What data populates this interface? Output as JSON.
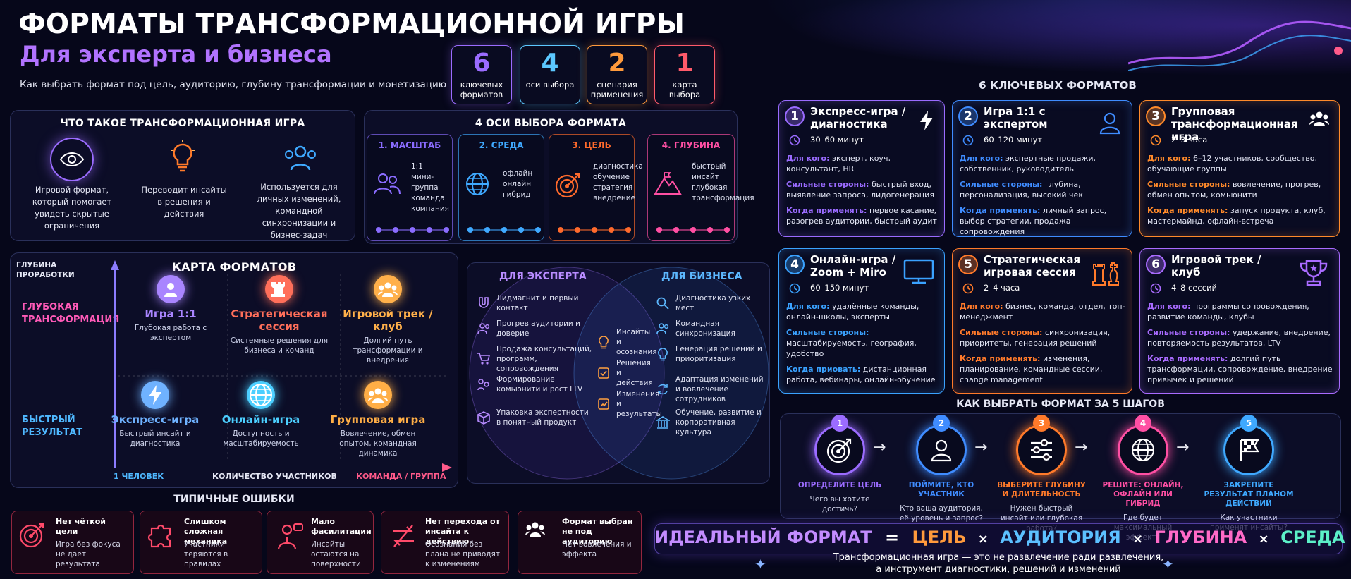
{
  "header": {
    "title": "ФОРМАТЫ ТРАНСФОРМАЦИОННОЙ ИГРЫ",
    "subtitle": "Для эксперта и бизнеса",
    "tagline": "Как выбрать формат под цель, аудиторию, глубину трансформации и монетизацию"
  },
  "stats": [
    {
      "value": "6",
      "label": "ключевых форматов",
      "color": "#9b6cff"
    },
    {
      "value": "4",
      "label": "оси выбора",
      "color": "#5cc8ff"
    },
    {
      "value": "2",
      "label": "сценария применения",
      "color": "#ff9a3c"
    },
    {
      "value": "1",
      "label": "карта выбора",
      "color": "#ff5a6a"
    }
  ],
  "what": {
    "title": "ЧТО ТАКОЕ ТРАНСФОРМАЦИОННАЯ ИГРА",
    "items": [
      {
        "text": "Игровой формат, который помогает увидеть скрытые ограничения",
        "icon": "eye-icon"
      },
      {
        "text": "Переводит инсайты в решения и действия",
        "icon": "lightbulb-icon"
      },
      {
        "text": "Используется для личных изменений, командной синхронизации и бизнес-задач",
        "icon": "team-icon"
      }
    ]
  },
  "axes": {
    "title": "4 ОСИ ВЫБОРА ФОРМАТА",
    "items": [
      {
        "title": "1. МАСШТАБ",
        "lines": [
          "1:1",
          "мини-группа",
          "команда",
          "компания"
        ],
        "color": "#8a6cff",
        "icon": "people-icon"
      },
      {
        "title": "2. СРЕДА",
        "lines": [
          "офлайн",
          "онлайн",
          "гибрид"
        ],
        "color": "#3fa9ff",
        "icon": "globe-icon"
      },
      {
        "title": "3. ЦЕЛЬ",
        "lines": [
          "диагностика",
          "обучение",
          "стратегия",
          "внедрение"
        ],
        "color": "#ff6a2c",
        "icon": "target-icon"
      },
      {
        "title": "4. ГЛУБИНА",
        "lines": [
          "быстрый",
          "инсайт",
          "глубокая",
          "трансформация"
        ],
        "color": "#ff4fa3",
        "icon": "mountain-icon"
      }
    ]
  },
  "map": {
    "title": "КАРТА ФОРМАТОВ",
    "y_axis": "ГЛУБИНА ПРОРАБОТКИ",
    "y_top": "ГЛУБОКАЯ ТРАНСФОРМАЦИЯ",
    "y_bottom": "БЫСТРЫЙ РЕЗУЛЬТАТ",
    "x_left": "1 ЧЕЛОВЕК",
    "x_mid": "КОЛИЧЕСТВО УЧАСТНИКОВ",
    "x_right": "КОМАНДА / ГРУППА",
    "cells": [
      {
        "title": "Игра 1:1",
        "desc": "Глубокая работа с экспертом",
        "color": "#a985ff",
        "icon": "person-icon"
      },
      {
        "title": "Стратегическая сессия",
        "desc": "Системные решения для бизнеса и команд",
        "color": "#ff6f5a",
        "icon": "chess-rook-icon"
      },
      {
        "title": "Игровой трек / клуб",
        "desc": "Долгий путь трансформации и внедрения",
        "color": "#ffb04a",
        "icon": "group-icon"
      },
      {
        "title": "Экспресс-игра",
        "desc": "Быстрый инсайт и диагностика",
        "color": "#6fb2ff",
        "icon": "lightning-icon"
      },
      {
        "title": "Онлайн-игра",
        "desc": "Доступность и масштабируемость",
        "color": "#4ccfff",
        "icon": "globe-icon"
      },
      {
        "title": "Групповая игра",
        "desc": "Вовлечение, обмен опытом, командная динамика",
        "color": "#ffae46",
        "icon": "group-icon"
      }
    ]
  },
  "venn": {
    "left_title": "ДЛЯ ЭКСПЕРТА",
    "right_title": "ДЛЯ БИЗНЕСА",
    "left": [
      "Лидмагнит и первый контакт",
      "Прогрев аудитории и доверие",
      "Продажа консультаций, программ, сопровождения",
      "Формирование комьюнити и рост LTV",
      "Упаковка экспертности в понятный продукт"
    ],
    "center": [
      "Инсайты и осознания",
      "Решения и действия",
      "Изменения и результаты"
    ],
    "right": [
      "Диагностика узких мест",
      "Командная синхронизация",
      "Генерация решений и приоритизация",
      "Адаптация изменений и вовлечение сотрудников",
      "Обучение, развитие и корпоративная культура"
    ]
  },
  "formats_title": "6 КЛЮЧЕВЫХ ФОРМАТОВ",
  "formats": [
    {
      "num": "1",
      "title": "Экспресс-игра / диагностика",
      "duration": "30–60 минут",
      "who": "эксперт, коуч, консультант, HR",
      "strengths": "быстрый вход, выявление запроса, лидогенерация",
      "when": "первое касание, разогрев аудитории, быстрый аудит",
      "color": "#9a6bff",
      "icon": "lightning-icon"
    },
    {
      "num": "2",
      "title": "Игра 1:1 с экспертом",
      "duration": "60–120 минут",
      "who": "экспертные продажи, собственник, руководитель",
      "strengths": "глубина, персонализация, высокий чек",
      "when": "личный запрос, выбор стратегии, продажа сопровождения",
      "color": "#3f8cff",
      "icon": "user-icon"
    },
    {
      "num": "3",
      "title": "Групповая трансформационная игра",
      "duration": "2–3 часа",
      "who": "6–12 участников, сообщество, обучающие группы",
      "strengths": "вовлечение, прогрев, обмен опытом, комьюнити",
      "when": "запуск продукта, клуб, мастермайнд, офлайн-встреча",
      "color": "#ff8a2a",
      "icon": "group-icon"
    },
    {
      "num": "4",
      "title": "Онлайн-игра / Zoom + Miro",
      "duration": "60–150 минут",
      "who": "удалённые команды, онлайн-школы, эксперты",
      "strengths": "масштабируемость, география, удобство",
      "when": "дистанционная работа, вебинары, онлайн-обучение",
      "color": "#3aa2ff",
      "icon": "monitor-icon"
    },
    {
      "num": "5",
      "title": "Стратегическая игровая сессия",
      "duration": "2–4 часа",
      "who": "бизнес, команда, отдел, топ-менеджмент",
      "strengths": "синхронизация, приоритеты, генерация решений",
      "when": "изменения, планирование, командные сессии, change management",
      "color": "#ff7a2a",
      "icon": "chess-icon"
    },
    {
      "num": "6",
      "title": "Игровой трек / клуб",
      "duration": "4–8 сессий",
      "who": "программы сопровождения, развитие команды, клубы",
      "strengths": "удержание, внедрение, повторяемость результатов, LTV",
      "when": "долгий путь трансформации, сопровождение, внедрение привычек и решений",
      "color": "#a96bff",
      "icon": "trophy-icon"
    }
  ],
  "labels": {
    "who": "Для кого:",
    "strengths": "Сильные стороны:",
    "when": "Когда применять:",
    "when_alt": "Когда приовать:"
  },
  "steps_title": "КАК ВЫБРАТЬ ФОРМАТ ЗА 5 ШАГОВ",
  "steps": [
    {
      "num": "1",
      "title": "ОПРЕДЕЛИТЕ ЦЕЛЬ",
      "q": "Чего вы хотите достичь?",
      "color": "#9b6cff",
      "icon": "target-icon"
    },
    {
      "num": "2",
      "title": "ПОЙМИТЕ, КТО УЧАСТНИК",
      "q": "Кто ваша аудитория, её уровень и запрос?",
      "color": "#3f8cff",
      "icon": "user-icon"
    },
    {
      "num": "3",
      "title": "ВЫБЕРИТЕ ГЛУБИНУ И ДЛИТЕЛЬНОСТЬ",
      "q": "Нужен быстрый инсайт или глубокая работа?",
      "color": "#ff7a2a",
      "icon": "sliders-icon"
    },
    {
      "num": "4",
      "title": "РЕШИТЕ: ОНЛАЙН, ОФЛАЙН ИЛИ ГИБРИД",
      "q": "Где будет максимальный эффект?",
      "color": "#ff4fa3",
      "icon": "globe-icon"
    },
    {
      "num": "5",
      "title": "ЗАКРЕПИТЕ РЕЗУЛЬТАТ ПЛАНОМ ДЕЙСТВИЙ",
      "q": "Как участники применят инсайты?",
      "color": "#3fa9ff",
      "icon": "flag-icon"
    }
  ],
  "errors_title": "ТИПИЧНЫЕ ОШИБКИ",
  "errors": [
    {
      "title": "Нет чёткой цели",
      "desc": "Игра без фокуса не даёт результата",
      "icon": "target-icon"
    },
    {
      "title": "Слишком сложная механика",
      "desc": "Участники теряются в правилах",
      "icon": "puzzle-icon"
    },
    {
      "title": "Мало фасилитации",
      "desc": "Инсайты остаются на поверхности",
      "icon": "facilitator-icon"
    },
    {
      "title": "Нет перехода от инсайта к действию",
      "desc": "Осознания без плана не приводят к изменениям",
      "icon": "swap-icon"
    },
    {
      "title": "Формат выбран не под аудиторию",
      "desc": "Нет вовлечения и эффекта",
      "icon": "group-icon"
    }
  ],
  "formula": {
    "w1": "ИДЕАЛЬНЫЙ ФОРМАТ",
    "eq": "=",
    "w2": "ЦЕЛЬ",
    "x": "×",
    "w3": "АУДИТОРИЯ",
    "w4": "ГЛУБИНА",
    "w5": "СРЕДА",
    "caption1": "Трансформационная игра — это не развлечение ради развлечения,",
    "caption2": "а инструмент диагностики, решений и изменений"
  },
  "colors": {
    "bg": "#06071a",
    "purple": "#9b6cff",
    "blue": "#3fa9ff",
    "orange": "#ff8a2a",
    "pink": "#ff4fa3",
    "red": "#e6405a"
  }
}
